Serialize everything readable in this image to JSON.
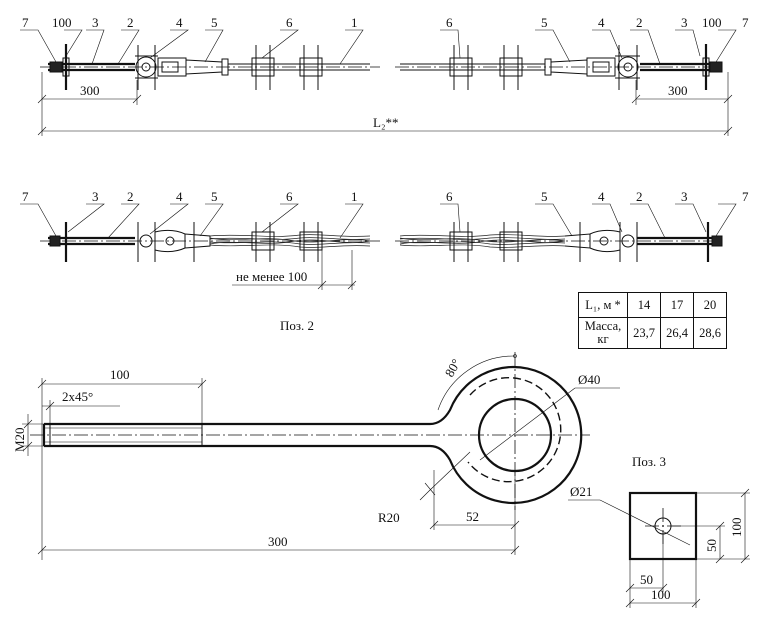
{
  "top_view": {
    "callouts_left": [
      "7",
      "100",
      "3",
      "2",
      "4",
      "5",
      "6",
      "1"
    ],
    "callouts_right": [
      "6",
      "5",
      "4",
      "2",
      "3",
      "100",
      "7"
    ],
    "dim_left": "300",
    "dim_right": "300",
    "dim_total": "L₂**"
  },
  "side_view": {
    "callouts_left": [
      "7",
      "3",
      "2",
      "4",
      "5",
      "6",
      "1"
    ],
    "callouts_right": [
      "6",
      "5",
      "4",
      "2",
      "3",
      "7"
    ],
    "dim_min": "не менее 100"
  },
  "table": {
    "length_label": "L₁, м *",
    "mass_label_1": "Масса,",
    "mass_label_2": "кг",
    "lengths": [
      "14",
      "17",
      "20"
    ],
    "masses": [
      "23,7",
      "26,4",
      "28,6"
    ]
  },
  "pos2": {
    "title": "Поз. 2",
    "dim_100": "100",
    "chamfer": "2х45°",
    "thread": "М20",
    "angle": "80°",
    "diameter": "Ø40",
    "radius": "R20",
    "dim_52": "52",
    "dim_300": "300"
  },
  "pos3": {
    "title": "Поз. 3",
    "hole": "Ø21",
    "dim_100_h": "100",
    "dim_50_h": "50",
    "dim_100_v": "100",
    "dim_50_v": "50"
  }
}
